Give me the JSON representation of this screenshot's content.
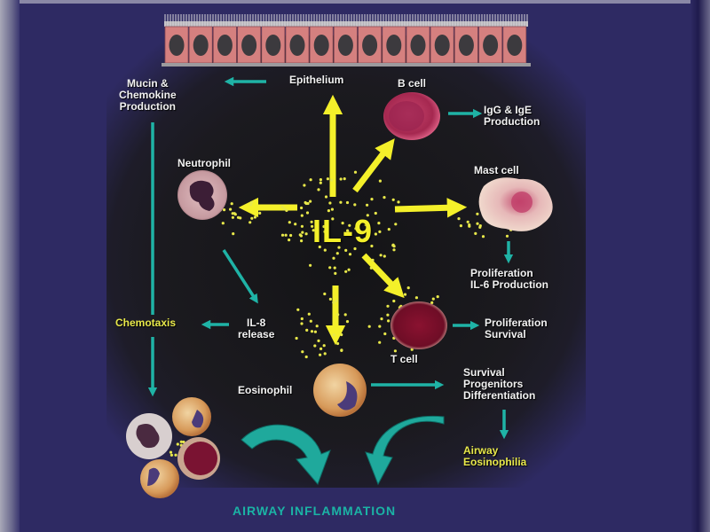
{
  "title": "IL-9",
  "footer": "AIRWAY INFLAMMATION",
  "colors": {
    "background": "#2e2a63",
    "panel": "#1b1a1f",
    "yellow_arrow": "#f4f02a",
    "teal_arrow": "#1fb3a6",
    "yellow_text": "#e8e84a",
    "white_text": "#f2f2f2"
  },
  "nodes": {
    "epithelium": "Epithelium",
    "b_cell": "B cell",
    "mast_cell": "Mast cell",
    "t_cell": "T cell",
    "eosinophil": "Eosinophil",
    "neutrophil": "Neutrophil"
  },
  "outcomes": {
    "mucin": [
      "Mucin &",
      "Chemokine",
      "Production"
    ],
    "igg": [
      "IgG & IgE",
      "Production"
    ],
    "mast_out": [
      "Proliferation",
      "IL-6 Production"
    ],
    "t_out": [
      "Proliferation",
      "Survival"
    ],
    "eos_out": [
      "Survival",
      "Progenitors",
      "Differentiation"
    ],
    "il8": [
      "IL-8",
      "release"
    ],
    "chemotaxis": "Chemotaxis",
    "airway_eos": [
      "Airway",
      "Eosinophilia"
    ]
  },
  "icons": [
    "epithelium-cells",
    "b-cell-icon",
    "mast-cell-icon",
    "t-cell-icon",
    "eosinophil-icon",
    "neutrophil-icon",
    "cell-cluster-icon",
    "curved-arrow-icon"
  ]
}
